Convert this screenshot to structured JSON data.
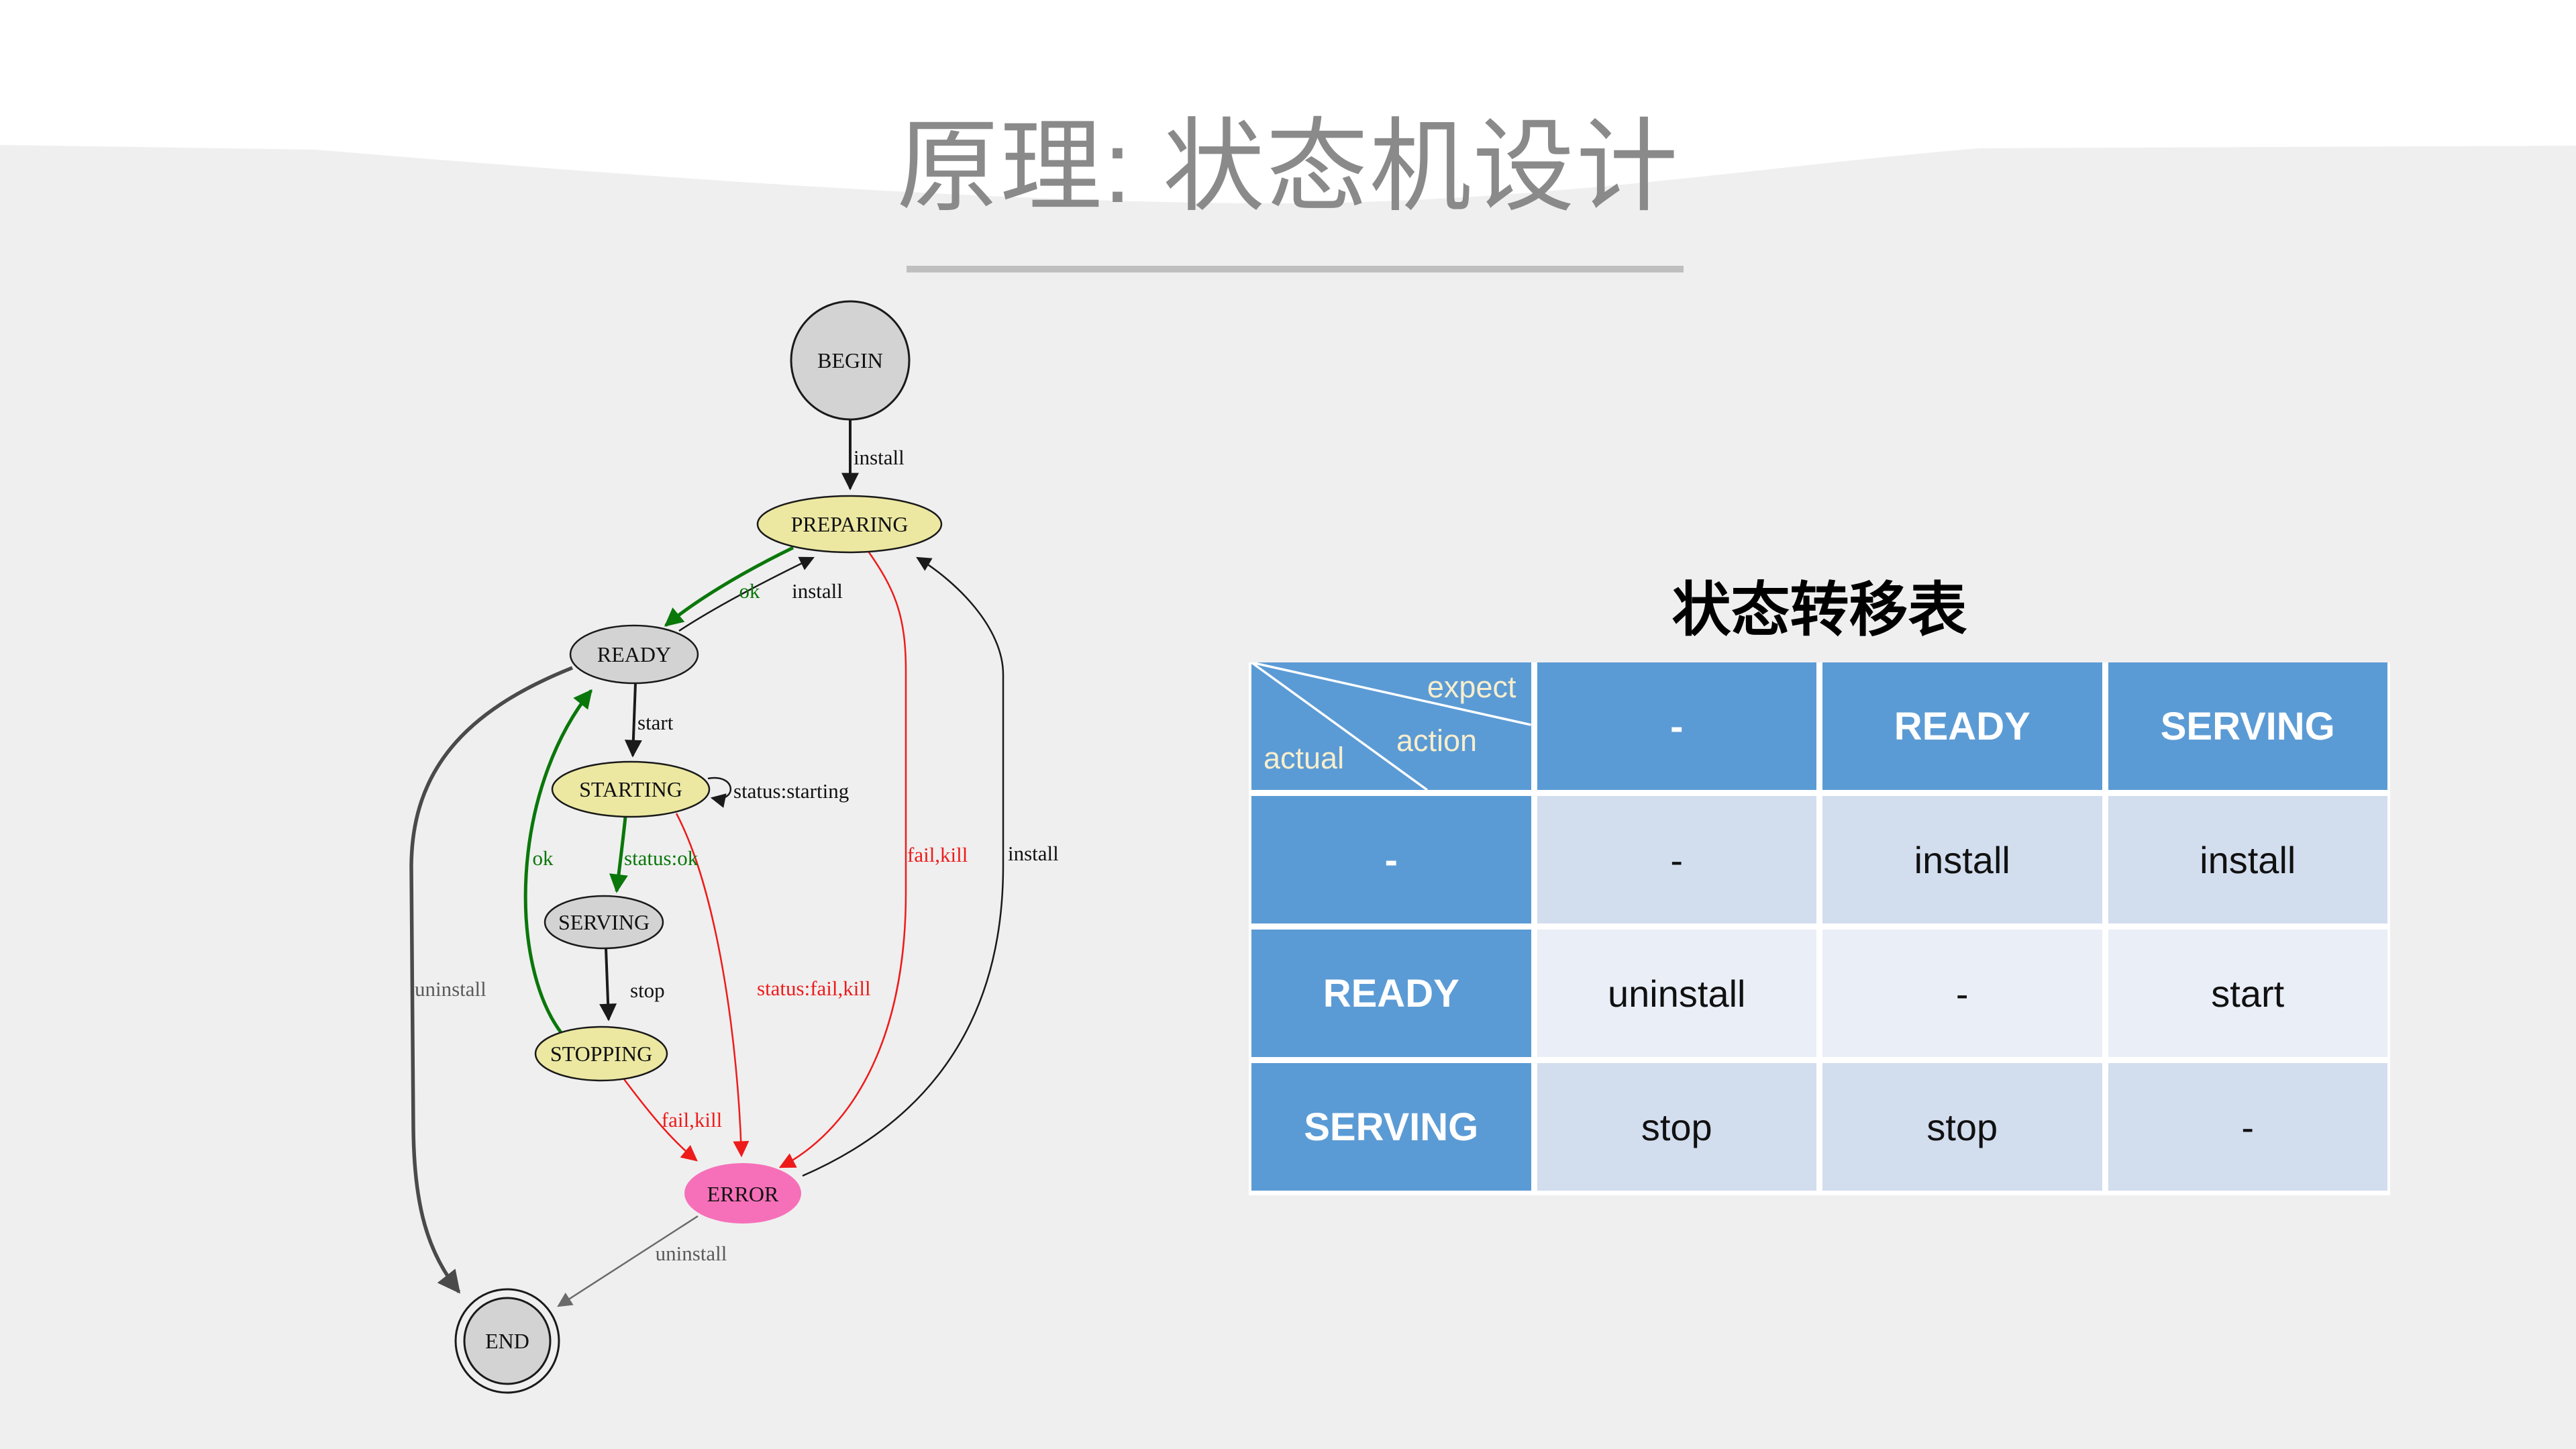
{
  "slide": {
    "title": "原理: 状态机设计",
    "title_color": "#8a8a8a",
    "background_color": "#efefef",
    "top_band_color": "#ffffff"
  },
  "diagram": {
    "colors": {
      "state_gray": "#d3d3d3",
      "state_yellow": "#ece8a2",
      "state_error_pink": "#f670b9",
      "edge_black": "#1a1a1a",
      "edge_green": "#0a770a",
      "edge_red": "#ee1b1b",
      "edge_gray": "#4a4a4a"
    },
    "nodes": [
      {
        "id": "begin",
        "label": "BEGIN",
        "shape": "circle",
        "fill": "gray"
      },
      {
        "id": "preparing",
        "label": "PREPARING",
        "shape": "ellipse",
        "fill": "yellow"
      },
      {
        "id": "ready",
        "label": "READY",
        "shape": "ellipse",
        "fill": "gray"
      },
      {
        "id": "starting",
        "label": "STARTING",
        "shape": "ellipse",
        "fill": "yellow"
      },
      {
        "id": "serving",
        "label": "SERVING",
        "shape": "ellipse",
        "fill": "gray"
      },
      {
        "id": "stopping",
        "label": "STOPPING",
        "shape": "ellipse",
        "fill": "yellow"
      },
      {
        "id": "error",
        "label": "ERROR",
        "shape": "ellipse",
        "fill": "pink"
      },
      {
        "id": "end",
        "label": "END",
        "shape": "doublecircle",
        "fill": "gray"
      }
    ],
    "edges": [
      {
        "from": "BEGIN",
        "to": "PREPARING",
        "label": "install",
        "color": "black"
      },
      {
        "from": "PREPARING",
        "to": "READY",
        "label": "ok",
        "color": "green"
      },
      {
        "from": "READY",
        "to": "PREPARING",
        "label": "install",
        "color": "black"
      },
      {
        "from": "READY",
        "to": "STARTING",
        "label": "start",
        "color": "black"
      },
      {
        "from": "STARTING",
        "to": "STARTING",
        "label": "status:starting",
        "color": "black"
      },
      {
        "from": "STARTING",
        "to": "SERVING",
        "label": "status:ok",
        "color": "green"
      },
      {
        "from": "SERVING",
        "to": "STOPPING",
        "label": "stop",
        "color": "black"
      },
      {
        "from": "STOPPING",
        "to": "READY",
        "label": "ok",
        "color": "green"
      },
      {
        "from": "PREPARING",
        "to": "ERROR",
        "label": "fail,kill",
        "color": "red"
      },
      {
        "from": "STARTING",
        "to": "ERROR",
        "label": "status:fail,kill",
        "color": "red"
      },
      {
        "from": "STOPPING",
        "to": "ERROR",
        "label": "fail,kill",
        "color": "red"
      },
      {
        "from": "ERROR",
        "to": "PREPARING",
        "label": "install",
        "color": "black"
      },
      {
        "from": "READY",
        "to": "END",
        "label": "uninstall",
        "color": "gray"
      },
      {
        "from": "ERROR",
        "to": "END",
        "label": "uninstall",
        "color": "gray"
      }
    ]
  },
  "table": {
    "title": "状态转移表",
    "corner": {
      "top_right": "expect",
      "middle": "action",
      "bottom_left": "actual"
    },
    "col_headers": [
      "-",
      "READY",
      "SERVING"
    ],
    "rows": [
      {
        "header": "-",
        "cells": [
          "-",
          "install",
          "install"
        ]
      },
      {
        "header": "READY",
        "cells": [
          "uninstall",
          "-",
          "start"
        ]
      },
      {
        "header": "SERVING",
        "cells": [
          "stop",
          "stop",
          "-"
        ]
      }
    ],
    "colors": {
      "header_blue": "#5b9bd5",
      "row_band_a": "#d2ddee",
      "row_band_b": "#e9eef7",
      "corner_text": "#f7eecd"
    }
  }
}
